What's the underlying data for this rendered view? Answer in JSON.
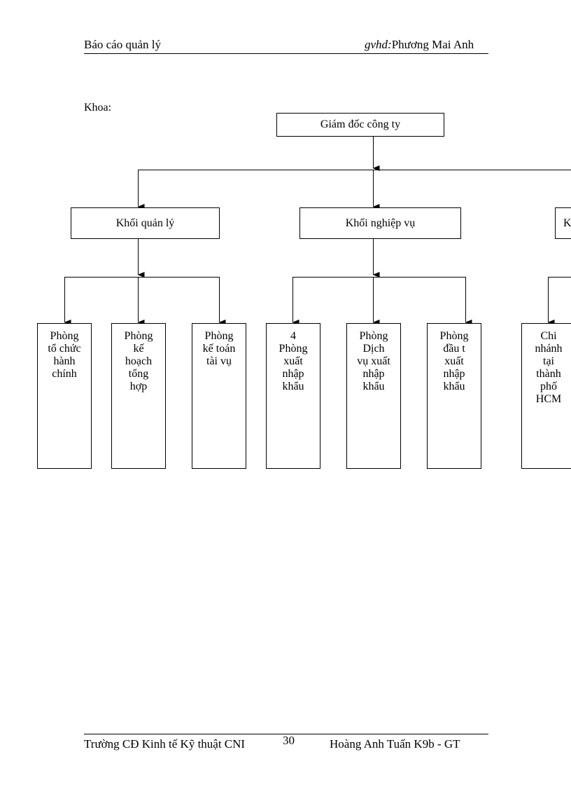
{
  "header": {
    "left": "Báo cáo quản lý",
    "right_italic": "gvhd:",
    "right_name": "Phương Mai Anh"
  },
  "section_label": "Khoa:",
  "org_chart": {
    "root": "Giám đốc công ty",
    "groups": [
      {
        "label": "Khối quản lý"
      },
      {
        "label": "Khối nghiệp vụ"
      },
      {
        "label": "K"
      }
    ],
    "departments": [
      {
        "lines": [
          "Phòng",
          "tổ chức",
          "hành",
          "chính"
        ]
      },
      {
        "lines": [
          "Phòng",
          "kế",
          "hoạch",
          "tổng",
          "hợp"
        ]
      },
      {
        "lines": [
          "Phòng",
          "kế toán",
          "tài vụ"
        ]
      },
      {
        "lines": [
          "4",
          "Phòng",
          "xuất",
          "nhập",
          "khẩu"
        ]
      },
      {
        "lines": [
          "Phòng",
          "Dịch",
          "vụ xuất",
          "nhập",
          "khẩu"
        ]
      },
      {
        "lines": [
          "Phòng",
          "đầu t",
          "xuất",
          "nhập",
          "khẩu"
        ]
      },
      {
        "lines": [
          "Chi",
          "nhánh",
          "tại",
          "thành",
          "phố",
          "HCM"
        ]
      }
    ]
  },
  "footer": {
    "left": "Trường CĐ Kinh tế Kỹ thuật CNI",
    "page": "30",
    "right": "Hoàng Anh Tuấn K9b - GT"
  }
}
